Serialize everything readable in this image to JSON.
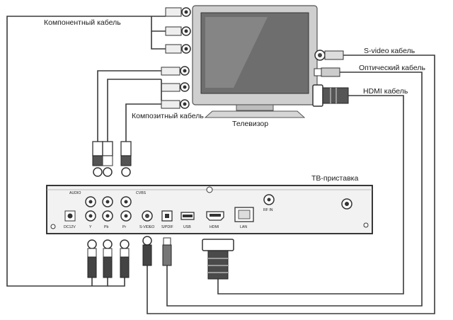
{
  "labels": {
    "component_cable": "Компонентный кабель",
    "composite_cable": "Композитный кабель",
    "tv": "Телевизор",
    "svideo_cable": "S-video кабель",
    "optical_cable": "Оптический кабель",
    "hdmi_cable": "HDMI кабель",
    "stb": "ТВ-приставка"
  },
  "ports": {
    "audio": "AUDIO",
    "cvbs": "CVBS",
    "dc": "DC12V",
    "y": "Y",
    "pb": "Pb",
    "pr": "Pr",
    "svideo": "S-VIDEO",
    "spdif": "S/PDIF",
    "usb": "USB",
    "hdmi": "HDMI",
    "lan": "LAN",
    "rfin": "RF IN"
  }
}
